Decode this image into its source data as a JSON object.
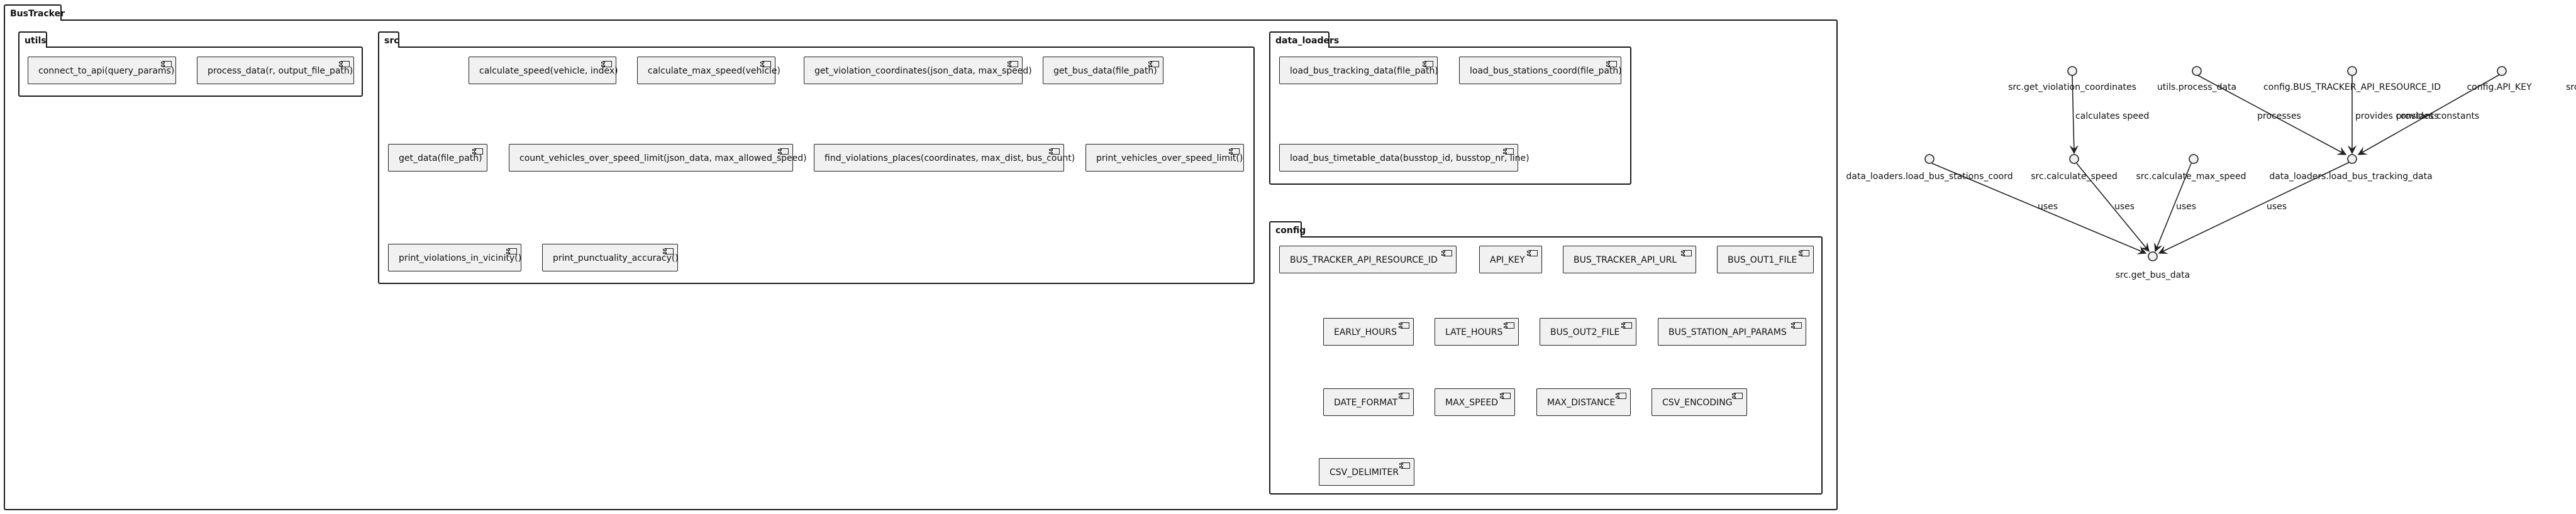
{
  "root": {
    "title": "BusTracker"
  },
  "packages": {
    "utils": {
      "title": "utils",
      "components": [
        "connect_to_api(query_params)",
        "process_data(r, output_file_path)"
      ]
    },
    "src": {
      "title": "src",
      "components": [
        "calculate_speed(vehicle, index)",
        "calculate_max_speed(vehicle)",
        "get_violation_coordinates(json_data, max_speed)",
        "get_bus_data(file_path)",
        "get_data(file_path)",
        "count_vehicles_over_speed_limit(json_data, max_allowed_speed)",
        "find_violations_places(coordinates, max_dist, bus_count)",
        "print_vehicles_over_speed_limit()",
        "print_violations_in_vicinity()",
        "print_punctuality_accuracy()"
      ]
    },
    "data_loaders": {
      "title": "data_loaders",
      "components": [
        "load_bus_tracking_data(file_path)",
        "load_bus_stations_coord(file_path)",
        "load_bus_timetable_data(busstop_id, busstop_nr, line)"
      ]
    },
    "config": {
      "title": "config",
      "components": [
        "BUS_TRACKER_API_RESOURCE_ID",
        "API_KEY",
        "BUS_TRACKER_API_URL",
        "BUS_OUT1_FILE",
        "EARLY_HOURS",
        "LATE_HOURS",
        "BUS_OUT2_FILE",
        "BUS_STATION_API_PARAMS",
        "DATE_FORMAT",
        "MAX_SPEED",
        "MAX_DISTANCE",
        "CSV_ENCODING",
        "CSV_DELIMITER"
      ]
    }
  },
  "graph": {
    "nodes": {
      "violation_coords": "src.get_violation_coordinates",
      "utils_process": "utils.process_data",
      "config_resource": "config.BUS_TRACKER_API_RESOURCE_ID",
      "config_key": "config.API_KEY",
      "src_cut": "src",
      "loader_stations": "data_loaders.load_bus_stations_coord",
      "calc_speed": "src.calculate_speed",
      "calc_max": "src.calculate_max_speed",
      "loader_tracking": "data_loaders.load_bus_tracking_data",
      "get_bus": "src.get_bus_data"
    },
    "edges": {
      "calculates_speed": "calculates speed",
      "processes": "processes",
      "provides_constants_1": "provides constants",
      "provides_constants_2": "provides constants",
      "uses_1": "uses",
      "uses_2": "uses",
      "uses_3": "uses",
      "uses_4": "uses"
    }
  }
}
